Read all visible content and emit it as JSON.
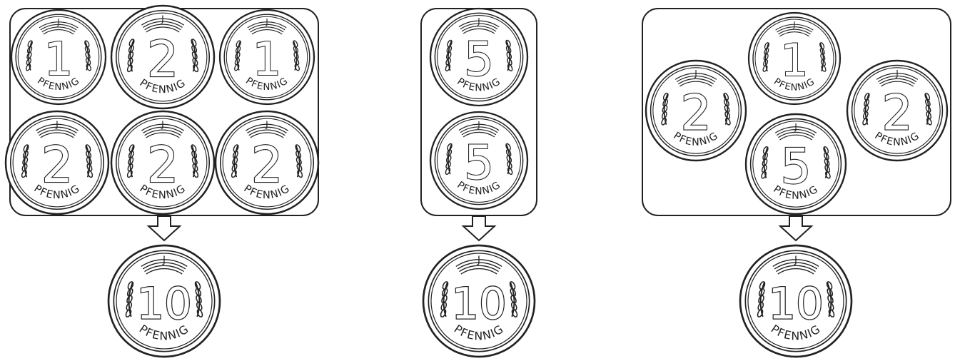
{
  "colors": {
    "ink": "#222222",
    "paper": "#ffffff"
  },
  "groups": [
    {
      "name": "group-1",
      "coins": [
        {
          "value": "1",
          "label": "PFENNIG",
          "mint": "J"
        },
        {
          "value": "2",
          "label": "PFENNIG",
          "mint": "J"
        },
        {
          "value": "1",
          "label": "PFENNIG",
          "mint": "J"
        },
        {
          "value": "2",
          "label": "PFENNIG",
          "mint": "J"
        },
        {
          "value": "2",
          "label": "PFENNIG",
          "mint": "J"
        },
        {
          "value": "2",
          "label": "PFENNIG",
          "mint": "J"
        }
      ],
      "result": {
        "value": "10",
        "label": "PFENNIG",
        "mint": "J"
      }
    },
    {
      "name": "group-2",
      "coins": [
        {
          "value": "5",
          "label": "PFENNIG",
          "mint": "J"
        },
        {
          "value": "5",
          "label": "PFENNIG",
          "mint": "J"
        }
      ],
      "result": {
        "value": "10",
        "label": "PFENNIG",
        "mint": "J"
      }
    },
    {
      "name": "group-3",
      "coins": [
        {
          "value": "1",
          "label": "PFENNIG",
          "mint": "J"
        },
        {
          "value": "2",
          "label": "PFENNIG",
          "mint": "J"
        },
        {
          "value": "2",
          "label": "PFENNIG",
          "mint": "J"
        },
        {
          "value": "5",
          "label": "PFENNIG",
          "mint": "J"
        }
      ],
      "result": {
        "value": "10",
        "label": "PFENNIG",
        "mint": "J"
      }
    }
  ]
}
